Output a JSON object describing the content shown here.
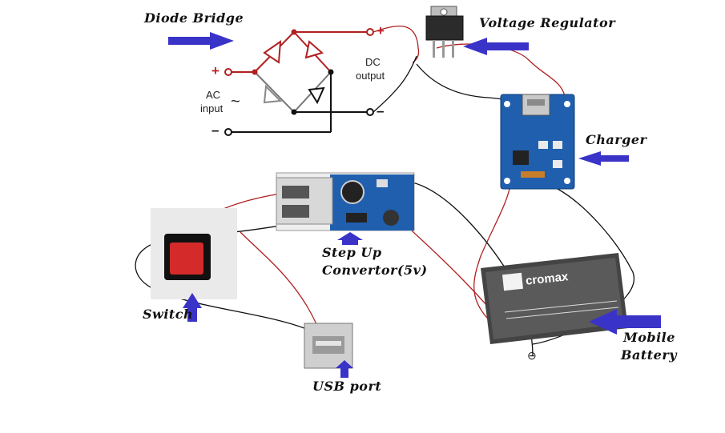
{
  "labels": {
    "diode_bridge": "Diode Bridge",
    "voltage_regulator": "Voltage Regulator",
    "charger": "Charger",
    "step_up_line1": "Step Up",
    "step_up_line2": "Convertor(5v)",
    "switch": "Switch",
    "usb_port": "USB port",
    "mobile_line1": "Mobile",
    "mobile_line2": "Battery"
  },
  "circuit": {
    "ac_line1": "AC",
    "ac_line2": "input",
    "tilde": "~",
    "dc_line1": "DC",
    "dc_line2": "output",
    "plus_left": "+",
    "minus_left": "–",
    "plus_right": "+",
    "minus_right": "–"
  },
  "battery": {
    "brand": "cromax",
    "minus_symbol": "⊖"
  },
  "colors": {
    "arrow": "#3a33c8",
    "wire_red": "#b02020",
    "wire_black": "#1a1a1a",
    "pcb_blue": "#1f5fae"
  }
}
